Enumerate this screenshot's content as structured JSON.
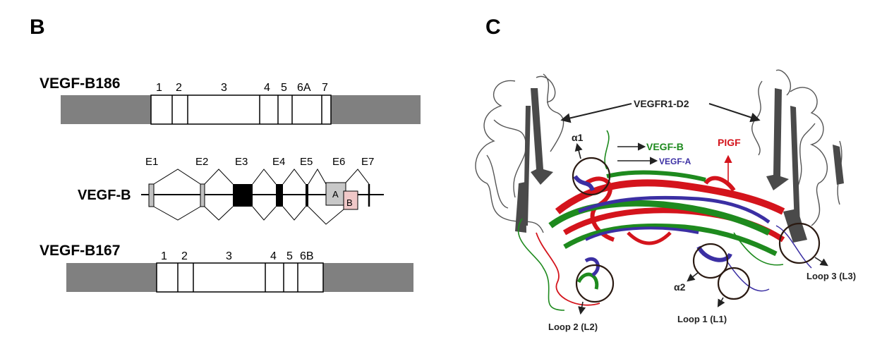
{
  "panel_b": {
    "letter": "B",
    "isoform_top": {
      "title": "VEGF-B186",
      "exons": [
        "1",
        "2",
        "3",
        "4",
        "5",
        "6A",
        "7"
      ]
    },
    "gene": {
      "name": "VEGF-B",
      "exon_labels": [
        "E1",
        "E2",
        "E3",
        "E4",
        "E5",
        "E6",
        "E7"
      ],
      "sub_exons": [
        "A",
        "B"
      ]
    },
    "isoform_bottom": {
      "title": "VEGF-B167",
      "exons": [
        "1",
        "2",
        "3",
        "4",
        "5",
        "6B"
      ]
    }
  },
  "panel_c": {
    "letter": "C",
    "receptor_label": "VEGFR1-D2",
    "helix1": "α1",
    "helix2": "α2",
    "ligands": {
      "vegf_b": "VEGF-B",
      "vegf_a": "VEGF-A",
      "plgf": "PIGF"
    },
    "loops": {
      "l1": "Loop 1 (L1)",
      "l2": "Loop 2 (L2)",
      "l3": "Loop 3 (L3)"
    }
  },
  "colors": {
    "gray_box": "#808080",
    "vegf_b": "#1e8a1e",
    "vegf_a": "#3b2fa3",
    "plgf": "#d4141c",
    "receptor": "#555555"
  }
}
